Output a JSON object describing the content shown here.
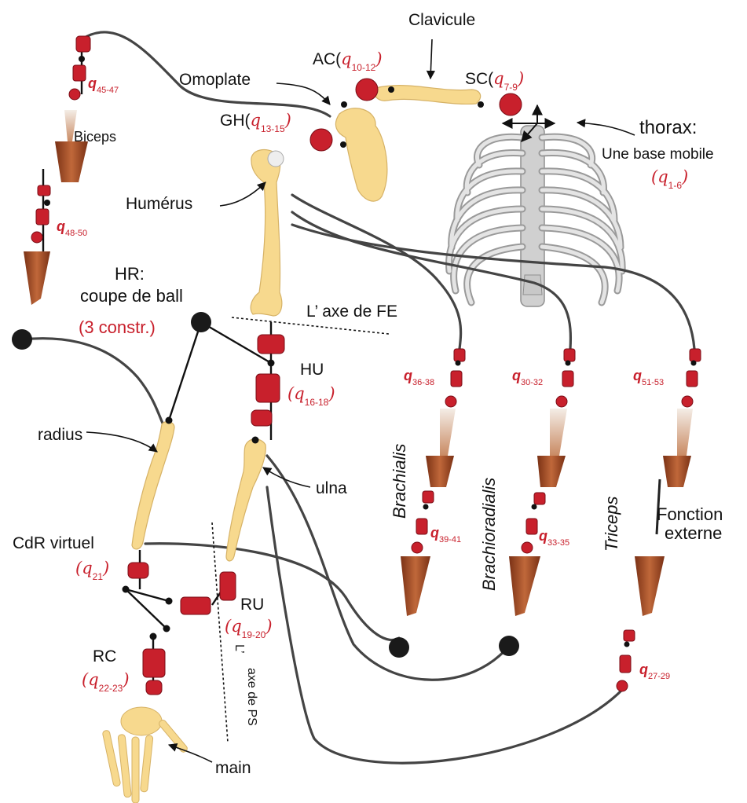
{
  "labels": {
    "clavicule": "Clavicule",
    "omoplate": "Omoplate",
    "ac": "AC(",
    "ac_q": "q",
    "ac_sub": "10-12",
    "ac_close": ")",
    "sc": "SC(",
    "sc_q": "q",
    "sc_sub": "7-9",
    "sc_close": ")",
    "gh": "GH(",
    "gh_q": "q",
    "gh_sub": "13-15",
    "gh_close": ")",
    "thorax_line1": "thorax:",
    "thorax_line2": "Une base mobile",
    "thorax_q_open": "(",
    "thorax_q": "q",
    "thorax_sub": "1-6",
    "thorax_q_close": ")",
    "humerus": "Humérus",
    "biceps": "Biceps",
    "q_biceps_top": "q",
    "q_biceps_top_sub": "45-47",
    "q_biceps_bottom": "q",
    "q_biceps_bottom_sub": "48-50",
    "hr_line1": "HR:",
    "hr_line2": "coupe de ball",
    "hr_line3": "(3 constr.)",
    "axe_fe": "L’ axe de FE",
    "hu": "HU",
    "hu_q_open": "(",
    "hu_q": "q",
    "hu_sub": "16-18",
    "hu_q_close": ")",
    "radius": "radius",
    "ulna": "ulna",
    "cdr": "CdR virtuel",
    "cdr_q_open": "(",
    "cdr_q": "q",
    "cdr_sub": "21",
    "cdr_q_close": ")",
    "ru": "RU",
    "ru_q_open": "(",
    "ru_q": "q",
    "ru_sub": "19-20",
    "ru_q_close": ")",
    "axe_ps_line1": "L’",
    "axe_ps_line2": "axe de PS",
    "rc": "RC",
    "rc_q_open": "(",
    "rc_q": "q",
    "rc_sub": "22-23",
    "rc_q_close": ")",
    "main": "main",
    "brachialis": "Brachialis",
    "q_brachialis_top": "q",
    "q_brachialis_top_sub": "36-38",
    "q_brachialis_bottom": "q",
    "q_brachialis_bottom_sub": "39-41",
    "brachioradialis": "Brachioradialis",
    "q_brachioradialis_top": "q",
    "q_brachioradialis_top_sub": "30-32",
    "q_brachioradialis_bottom": "q",
    "q_brachioradialis_bottom_sub": "33-35",
    "triceps": "Triceps",
    "q_triceps_top": "q",
    "q_triceps_top_sub": "51-53",
    "q_triceps_bottom": "q",
    "q_triceps_bottom_sub": "27-29",
    "fonction_line1": "Fonction",
    "fonction_line2": "externe"
  },
  "colors": {
    "accent_red": "#c8202c",
    "bone": "#f7d98e",
    "muscle": "#a8542a",
    "cable": "#444444",
    "ribcage": "#d9d9d9"
  }
}
